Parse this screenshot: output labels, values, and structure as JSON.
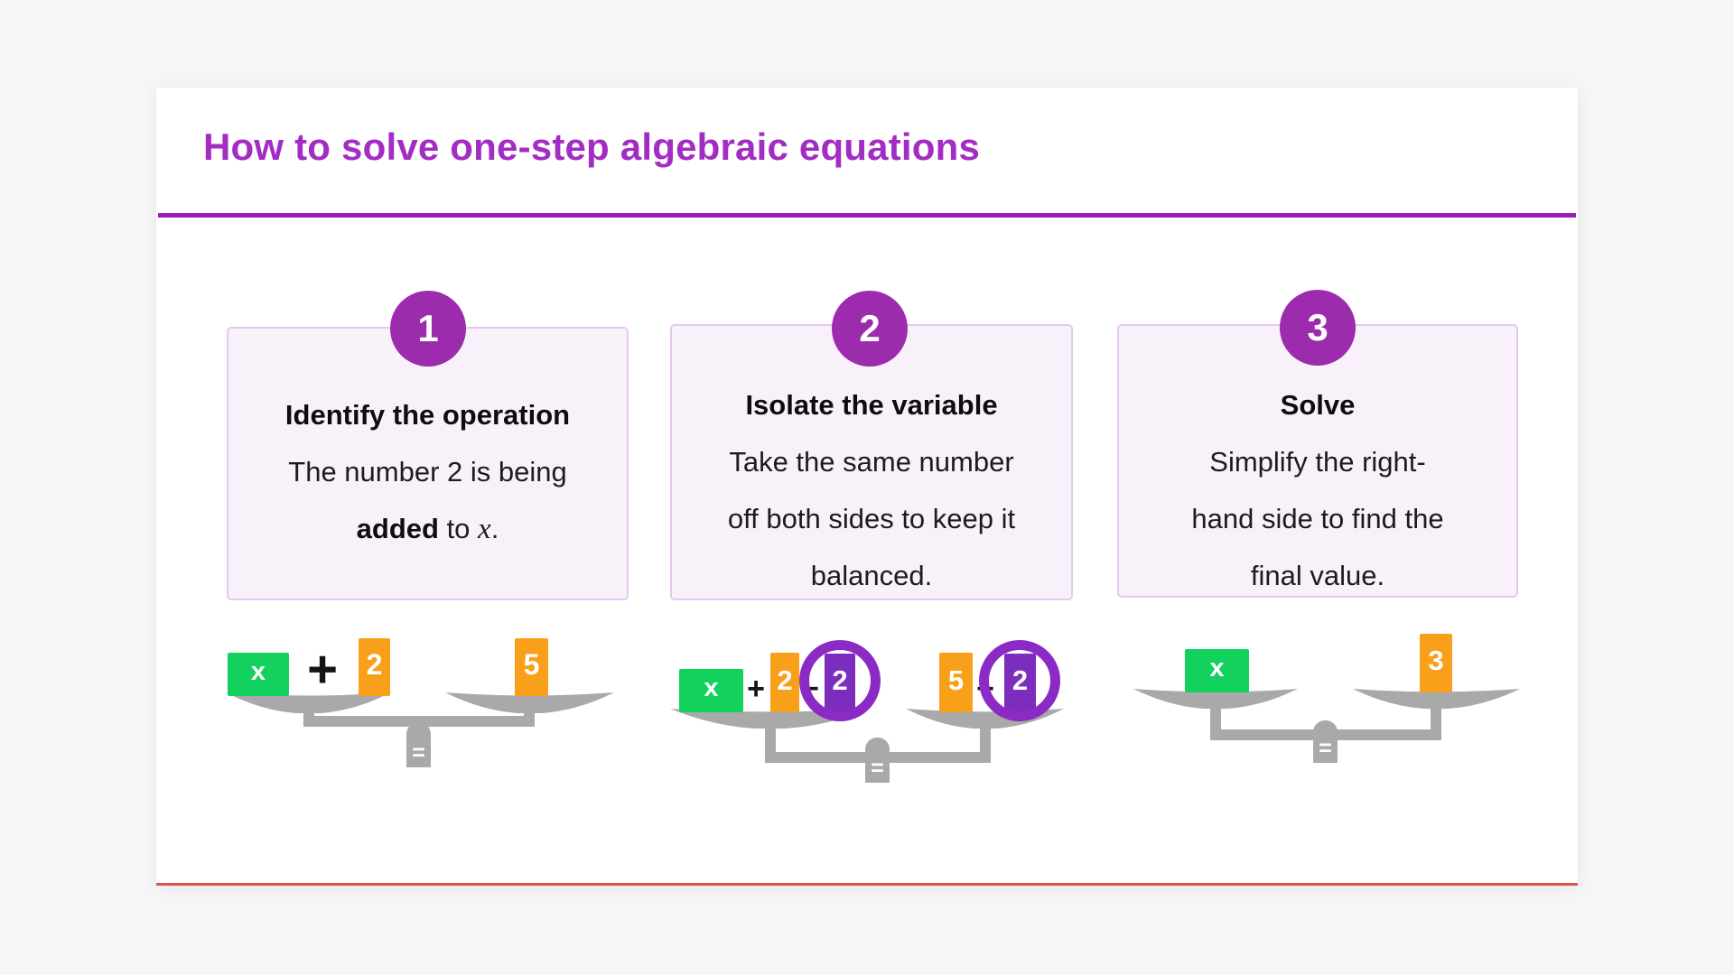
{
  "header": {
    "title": "How to solve one-step algebraic equations"
  },
  "steps": [
    {
      "number": "1",
      "title": "Identify the operation",
      "body_line1": "The number 2 is being",
      "body_bold": "added",
      "body_mid": " to ",
      "body_math": "x",
      "body_end": "."
    },
    {
      "number": "2",
      "title": "Isolate the variable",
      "body_lines": [
        "Take the same number",
        "off both sides to keep it",
        "balanced."
      ]
    },
    {
      "number": "3",
      "title": "Solve",
      "body_lines": [
        "Simplify the right-",
        "hand side to find the",
        "final value."
      ]
    }
  ],
  "scales": {
    "s1": {
      "variable": "x",
      "plus": "+",
      "left_number": "2",
      "right_number": "5",
      "equals": "="
    },
    "s2": {
      "variable": "x",
      "plus": "+",
      "left_number": "2",
      "minus_left": "−",
      "subtract_left": "2",
      "right_number": "5",
      "minus_right": "−",
      "subtract_right": "2",
      "equals": "="
    },
    "s3": {
      "variable": "x",
      "right_number": "3",
      "equals": "="
    }
  },
  "colors": {
    "page_bg": "#f6f6f8",
    "panel_bg": "#ffffff",
    "title_purple": "#a32cc4",
    "divider_purple": "#9c1fb5",
    "badge_purple": "#9c2bae",
    "card_bg": "#f8f1fa",
    "card_border": "#e6c8ef",
    "green_block": "#12d15d",
    "orange_block": "#f9a01b",
    "purple_block": "#7d2dbe",
    "ring_purple": "#8b2ac5",
    "scale_gray": "#a9a9a9",
    "bottom_line": "#d9534f"
  }
}
